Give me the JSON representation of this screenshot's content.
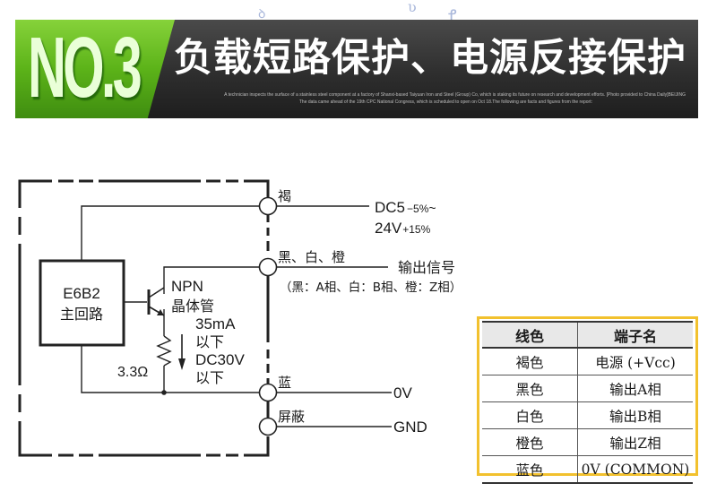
{
  "banner": {
    "number": "NO.3",
    "title": "负载短路保护、电源反接保护",
    "caption_line1": "A technician inspects the surface of a stainless steel component at a factory of Shanxi-based Taiyuan Iron and Steel (Group) Co, which is staking its future on research and development efforts. [Photo provided to China Daily]BEIJING",
    "caption_line2": "The data came ahead of the 19th CPC National Congress, which is scheduled to open on Oct 18.The following are facts and figures from the report:",
    "green_color": "#5cb319",
    "dark_color": "#2e2e2e"
  },
  "diagram": {
    "main_block_line1": "E6B2",
    "main_block_line2": "主回路",
    "transistor_line1": "NPN",
    "transistor_line2": "晶体管",
    "current_line1": "35mA",
    "current_line2": "以下",
    "voltage_line1": "DC30V",
    "voltage_line2": "以下",
    "resistor_label": "3.3Ω",
    "terminals": {
      "brown_label": "褐",
      "signal_label": "黑、白、橙",
      "blue_label": "蓝",
      "shield_label": "屏蔽"
    },
    "outputs": {
      "supply_main": "DC5",
      "supply_minus": "−5%",
      "supply_tilde": "~",
      "supply_main2": "24V",
      "supply_plus": "+15%",
      "signal": "输出信号",
      "signal_note": "（黑：A相、白：B相、橙：Z相）",
      "zero_volt": "0V",
      "ground": "GND"
    }
  },
  "wire_table": {
    "headers": [
      "线色",
      "端子名"
    ],
    "rows": [
      [
        "褐色",
        "电源 (+Vcc)"
      ],
      [
        "黑色",
        "输出A相"
      ],
      [
        "白色",
        "输出B相"
      ],
      [
        "橙色",
        "输出Z相"
      ],
      [
        "蓝色",
        "0V (COMMON)"
      ]
    ],
    "border_color": "#f2c12e"
  }
}
